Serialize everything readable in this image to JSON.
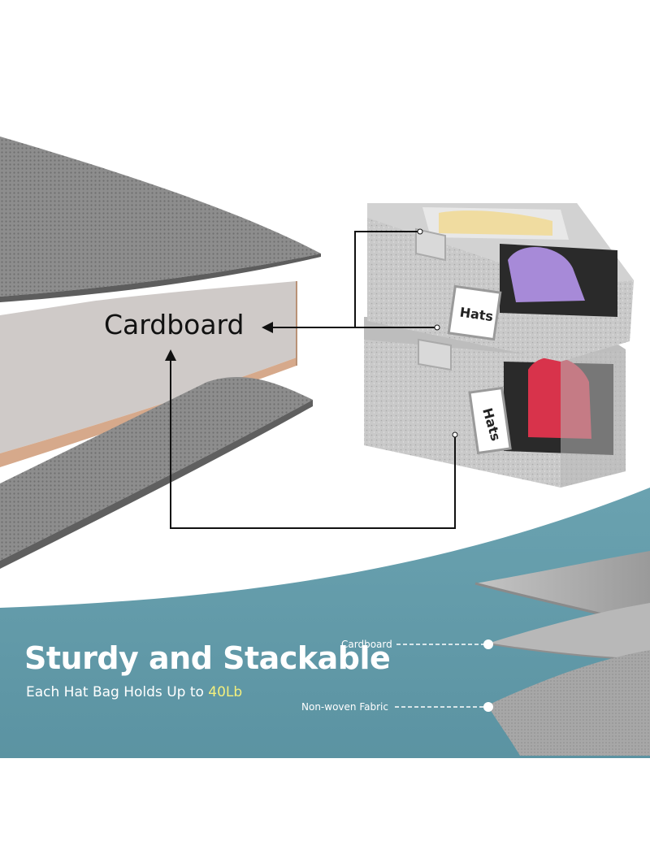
{
  "callout": {
    "material": "Cardboard"
  },
  "banner": {
    "title": "Sturdy and Stackable",
    "subtitle_prefix": "Each Hat Bag Holds Up to ",
    "subtitle_highlight": "40Lb",
    "highlight_color": "#f3ef7d",
    "background_color": "#5f97a6"
  },
  "layers": {
    "top_label": "Cardboard",
    "bottom_label": "Non-woven Fabric"
  },
  "boxes": {
    "top_tag": "Hats",
    "bottom_tag": "Hats"
  }
}
